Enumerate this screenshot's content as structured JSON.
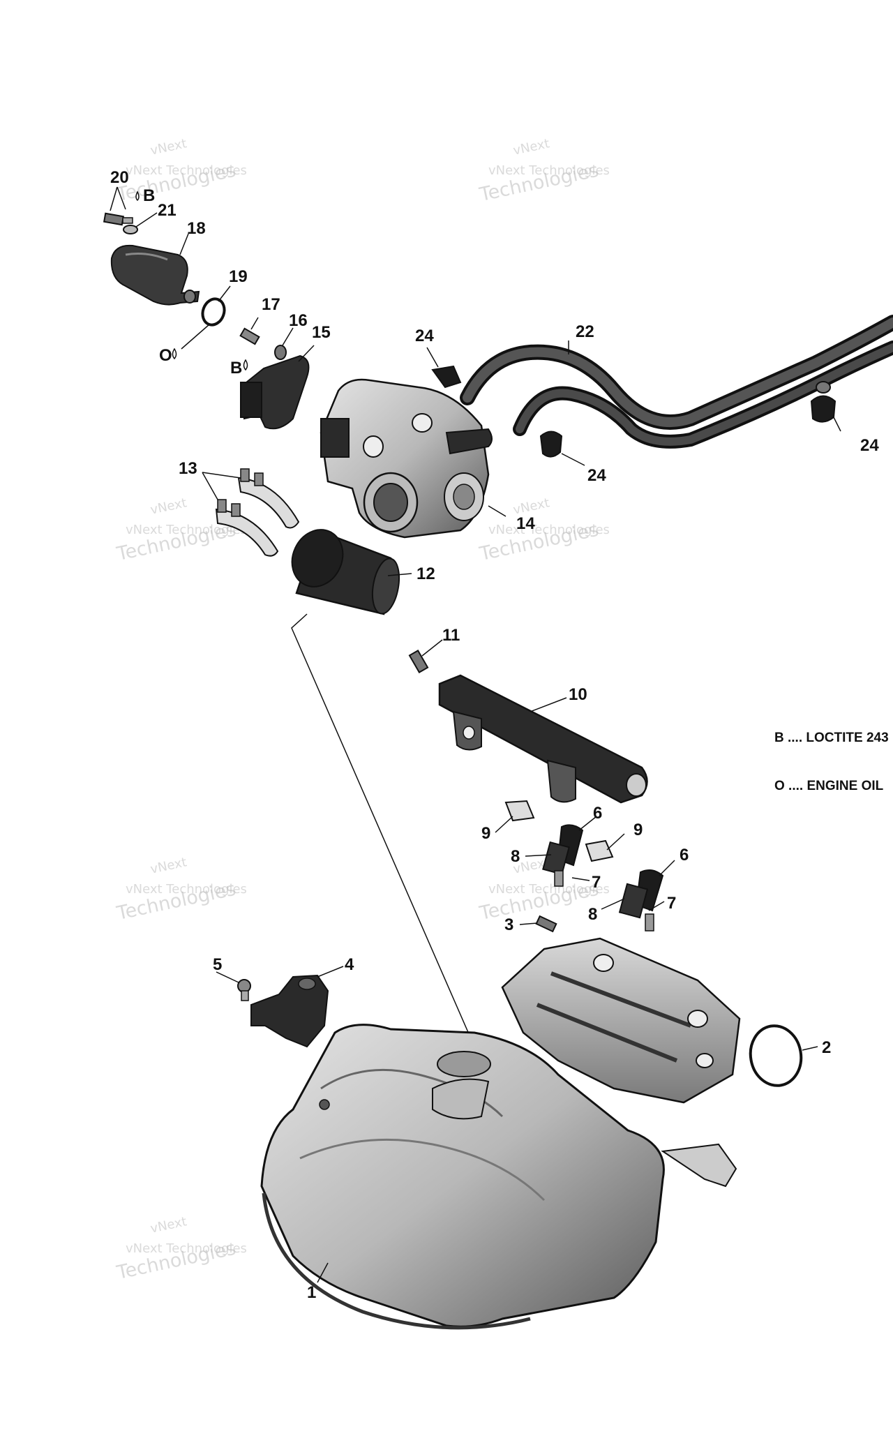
{
  "diagram": {
    "callouts": [
      {
        "id": "c20",
        "label": "20"
      },
      {
        "id": "c21",
        "label": "21"
      },
      {
        "id": "c18",
        "label": "18"
      },
      {
        "id": "c19",
        "label": "19"
      },
      {
        "id": "c17",
        "label": "17"
      },
      {
        "id": "c16",
        "label": "16"
      },
      {
        "id": "c15",
        "label": "15"
      },
      {
        "id": "c24a",
        "label": "24"
      },
      {
        "id": "c22",
        "label": "22"
      },
      {
        "id": "c24b",
        "label": "24"
      },
      {
        "id": "c24c",
        "label": "24"
      },
      {
        "id": "c13",
        "label": "13"
      },
      {
        "id": "c14",
        "label": "14"
      },
      {
        "id": "c12",
        "label": "12"
      },
      {
        "id": "c11",
        "label": "11"
      },
      {
        "id": "c10",
        "label": "10"
      },
      {
        "id": "c6a",
        "label": "6"
      },
      {
        "id": "c9a",
        "label": "9"
      },
      {
        "id": "c9b",
        "label": "9"
      },
      {
        "id": "c8a",
        "label": "8"
      },
      {
        "id": "c7a",
        "label": "7"
      },
      {
        "id": "c6b",
        "label": "6"
      },
      {
        "id": "c8b",
        "label": "8"
      },
      {
        "id": "c7b",
        "label": "7"
      },
      {
        "id": "c3",
        "label": "3"
      },
      {
        "id": "c5",
        "label": "5"
      },
      {
        "id": "c4",
        "label": "4"
      },
      {
        "id": "c2",
        "label": "2"
      },
      {
        "id": "c1",
        "label": "1"
      }
    ],
    "compound_marks": {
      "b_top": "B",
      "o_19": "O",
      "b_17": "B"
    },
    "legend": [
      {
        "code": "B",
        "text": "B .... LOCTITE 243"
      },
      {
        "code": "O",
        "text": "O .... ENGINE OIL"
      }
    ]
  },
  "watermarks": {
    "small": "vNext Technologies",
    "big": "Technologies",
    "logo": "vNext"
  },
  "colors": {
    "ink": "#111111",
    "part_dark": "#2b2b2b",
    "part_mid": "#8a8a8a",
    "part_light": "#cfcfcf",
    "watermark": "#bdbdbd"
  }
}
